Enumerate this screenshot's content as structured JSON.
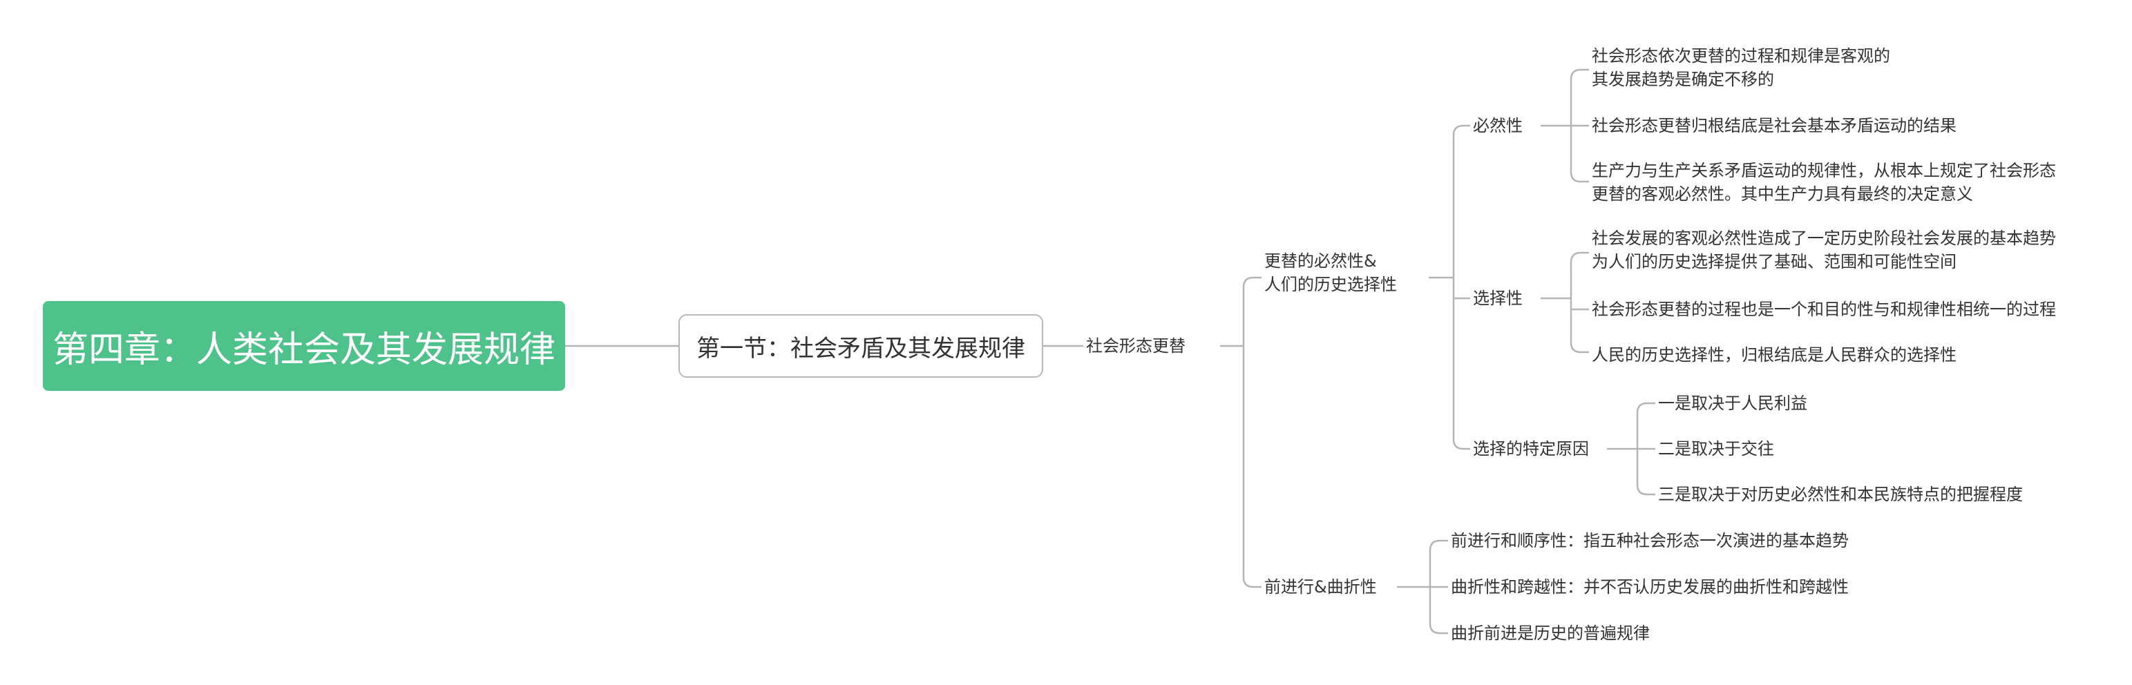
{
  "root": "第四章：人类社会及其发展规律",
  "section": "第一节：社会矛盾及其发展规律",
  "topic": "社会形态更替",
  "b1": {
    "line1": "更替的必然性&",
    "line2": "人们的历史选择性",
    "necessity": {
      "label": "必然性",
      "i1a": "社会形态依次更替的过程和规律是客观的",
      "i1b": "其发展趋势是确定不移的",
      "i2": "社会形态更替归根结底是社会基本矛盾运动的结果",
      "i3a": "生产力与生产关系矛盾运动的规律性，从根本上规定了社会形态",
      "i3b": "更替的客观必然性。其中生产力具有最终的决定意义"
    },
    "choice": {
      "label": "选择性",
      "i1a": "社会发展的客观必然性造成了一定历史阶段社会发展的基本趋势",
      "i1b": "为人们的历史选择提供了基础、范围和可能性空间",
      "i2": "社会形态更替的过程也是一个和目的性与和规律性相统一的过程",
      "i3": "人民的历史选择性，归根结底是人民群众的选择性"
    },
    "reasons": {
      "label": "选择的特定原因",
      "i1": "一是取决于人民利益",
      "i2": "二是取决于交往",
      "i3": "三是取决于对历史必然性和本民族特点的把握程度"
    }
  },
  "b2": {
    "label": "前进行&曲折性",
    "i1": "前进行和顺序性：指五种社会形态一次演进的基本趋势",
    "i2": "曲折性和跨越性：并不否认历史发展的曲折性和跨越性",
    "i3": "曲折前进是历史的普遍规律"
  }
}
